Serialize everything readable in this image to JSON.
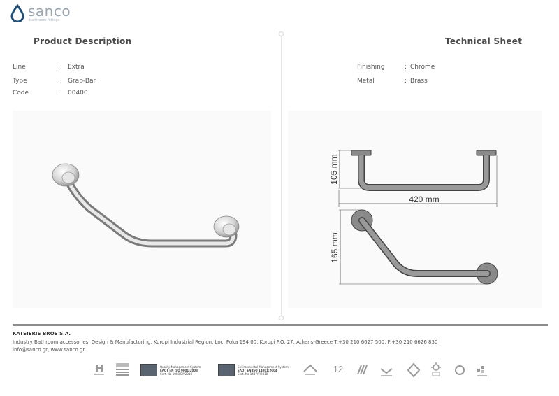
{
  "brand": {
    "name": "sanco",
    "tagline": "bathroom fittings"
  },
  "left": {
    "title": "Product Description",
    "specs": [
      {
        "key": "Line",
        "value": "Extra"
      },
      {
        "key": "Type",
        "value": "Grab-Bar"
      },
      {
        "key": "Code",
        "value": "00400"
      }
    ]
  },
  "right": {
    "title": "Technical Sheet",
    "specs": [
      {
        "key": "Finishing",
        "value": "Chrome"
      },
      {
        "key": "Metal",
        "value": "Brass"
      }
    ]
  },
  "dimensions": {
    "height": "105 mm",
    "width": "420 mm",
    "depth": "165 mm"
  },
  "footer": {
    "company": "KATSIERIS BROS S.A.",
    "address": "Industry Bathroom accessories, Design & Manufacturing, Koropi Industrial Region, Loc. Poka 194 00, Koropi P.O. 27. Athens-Greece   T:+30 210 6627 500, F:+30 210 6626 830",
    "contact": "info@sanco.gr, www.sanco.gr",
    "certs": [
      {
        "line1": "Quality Management System",
        "line2": "ΕΛΟΤ EN ISO 9001:2008",
        "line3": "Cert. No 1008/ΕΛ/2010"
      },
      {
        "line1": "Environmental Management System",
        "line2": "ΕΛΟΤ EN ISO 14001:2004",
        "line3": "Cert. No 1447/Y/2010"
      }
    ],
    "years": "12"
  },
  "colors": {
    "accent": "#1f4e79",
    "metal_dark": "#6b6b6b",
    "metal_light": "#f2f2f2"
  }
}
